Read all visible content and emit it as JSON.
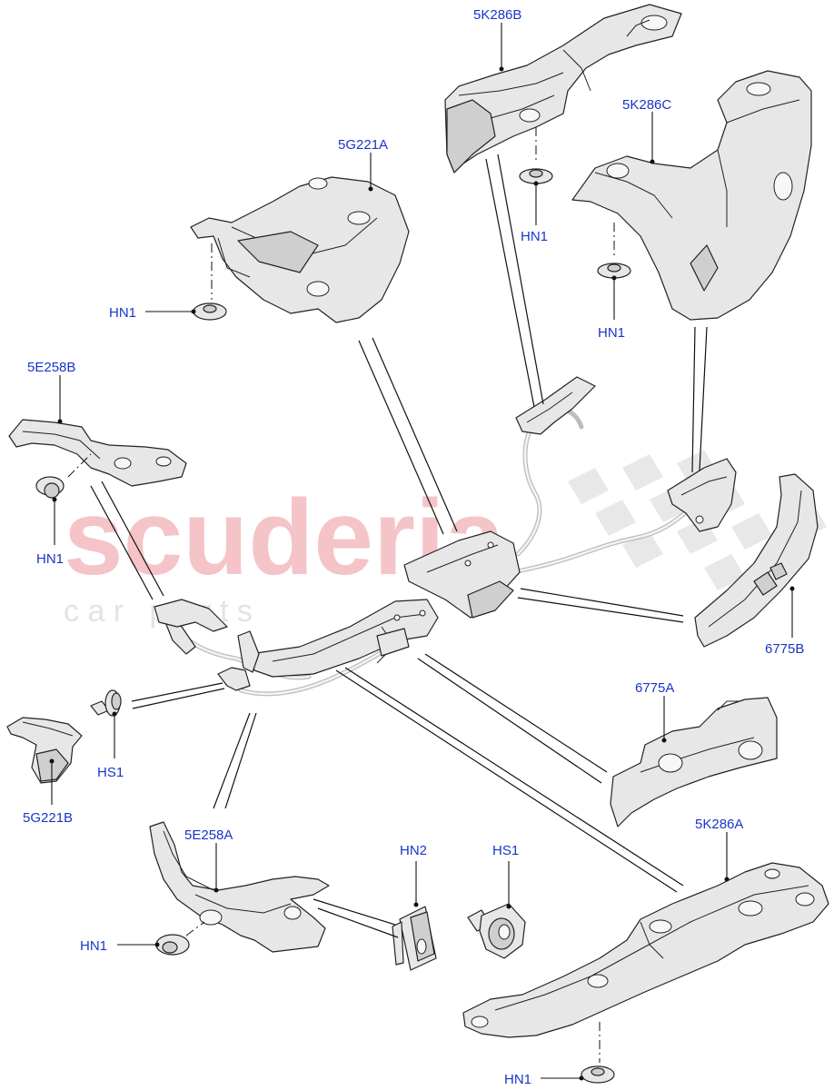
{
  "watermark": {
    "brand": "scuderia",
    "subtitle": "c a r   p a r t s"
  },
  "labels": {
    "l_5K286B": "5K286B",
    "l_5K286C": "5K286C",
    "l_5G221A": "5G221A",
    "l_HN1_a": "HN1",
    "l_HN1_b": "HN1",
    "l_HN1_c": "HN1",
    "l_5E258B": "5E258B",
    "l_HN1_d": "HN1",
    "l_6775B": "6775B",
    "l_6775A": "6775A",
    "l_HS1_a": "HS1",
    "l_5G221B": "5G221B",
    "l_5E258A": "5E258A",
    "l_HN2": "HN2",
    "l_HS1_b": "HS1",
    "l_5K286A": "5K286A",
    "l_HN1_e": "HN1",
    "l_HN1_f": "HN1"
  },
  "colors": {
    "label_text": "#1a35c8",
    "watermark_red": "#f4c4c8",
    "part_fill": "#e7e7e7"
  }
}
